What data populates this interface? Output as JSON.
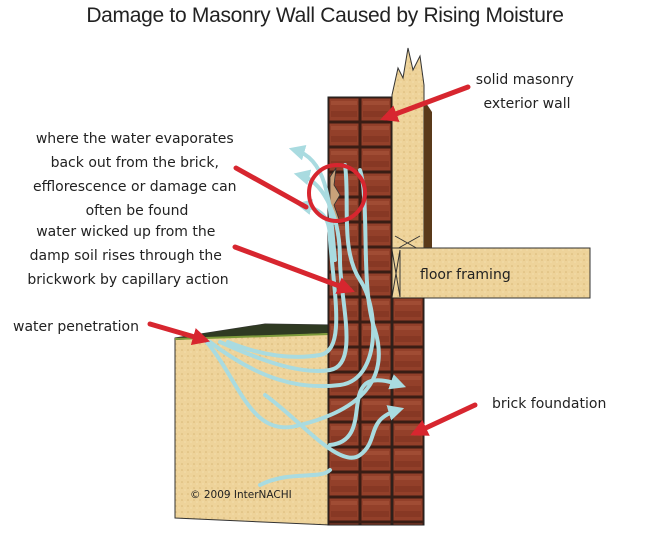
{
  "title": "Damage to Masonry Wall Caused by Rising Moisture",
  "labels": {
    "solid_masonry": [
      "solid masonry",
      "exterior wall"
    ],
    "evaporates": [
      "where the water evaporates",
      "back out from the brick,",
      "efflorescence or damage can",
      "often be found"
    ],
    "wicked": [
      "water wicked up from the",
      "damp soil rises through the",
      "brickwork by capillary action"
    ],
    "penetration": "water penetration",
    "floor_framing": "floor framing",
    "brick_foundation": "brick foundation",
    "copyright": "© 2009  InterNACHI"
  },
  "colors": {
    "arrow_red": "#d7262f",
    "water": "#a9dbe0",
    "brick": "#8e3b26",
    "wood": "#f0d59a",
    "soil": "#e7cf97"
  }
}
